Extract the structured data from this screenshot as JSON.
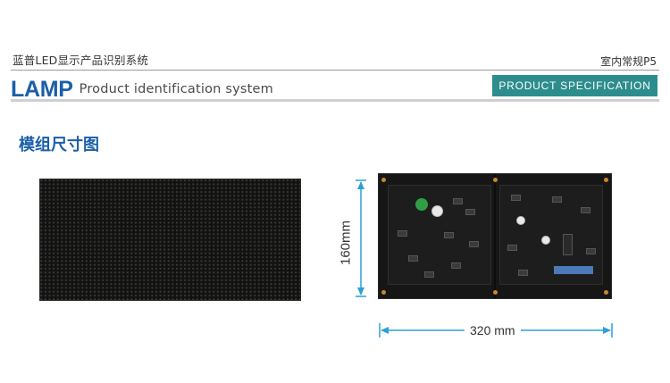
{
  "header": {
    "title_cn": "蓝普LED显示产品识别系统",
    "product_type": "室内常规P5",
    "logo": "LAMP",
    "tagline": "Product identification system",
    "spec_label": "PRODUCT SPECIFICATION"
  },
  "section": {
    "title": "模组尺寸图"
  },
  "dimensions": {
    "height_label": "160mm",
    "width_label": "320 mm"
  },
  "colors": {
    "brand_blue": "#1a5fa8",
    "spec_teal": "#2d8d8d",
    "dimension_line": "#2c9fd8"
  }
}
